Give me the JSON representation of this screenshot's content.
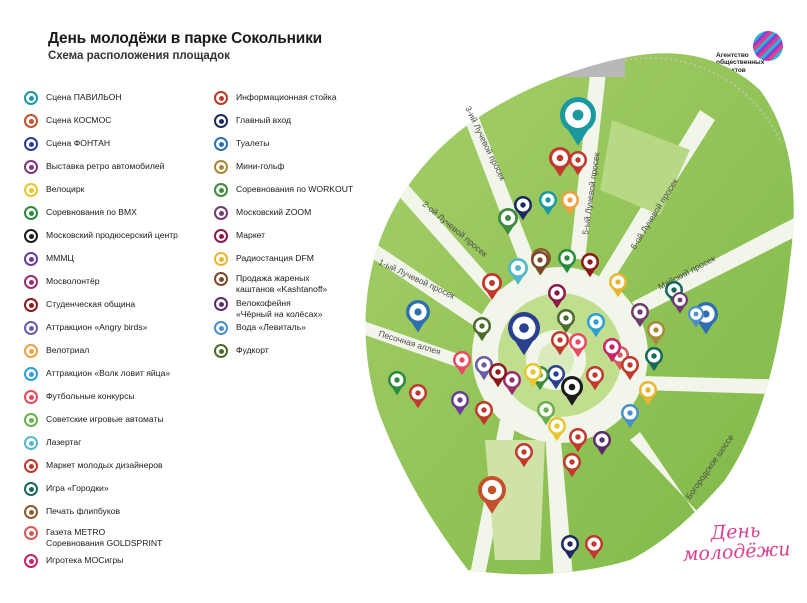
{
  "header": {
    "title": "День молодёжи в парке Сокольники",
    "subtitle": "Схема расположения площадок",
    "agency_line1": "Агентство",
    "agency_line2": "общественных",
    "agency_line3": "проектов"
  },
  "legend_left": [
    {
      "label": "Сцена ПАВИЛЬОН",
      "color": "#1a9aa0",
      "icon": "guitar-icon"
    },
    {
      "label": "Сцена КОСМОС",
      "color": "#c4512a",
      "icon": "star-icon"
    },
    {
      "label": "Сцена ФОНТАН",
      "color": "#2b3f8f",
      "icon": "microphone-icon"
    },
    {
      "label": "Выставка ретро автомобилей",
      "color": "#7a3a7a",
      "icon": "retro-car-icon"
    },
    {
      "label": "Велоцирк",
      "color": "#e8c72d",
      "icon": "bicycle-icon"
    },
    {
      "label": "Соревнования по BMX",
      "color": "#2b8a3e",
      "icon": "bmx-icon"
    },
    {
      "label": "Московский продюсерский центр",
      "color": "#1a1a1a",
      "icon": "stairs-icon"
    },
    {
      "label": "МММЦ",
      "color": "#6a3d9a",
      "icon": "m-letter-icon"
    },
    {
      "label": "Мосволонтёр",
      "color": "#9b2f6d",
      "icon": "hand-icon"
    },
    {
      "label": "Студенческая община",
      "color": "#8b1a1a",
      "icon": "hat-icon"
    },
    {
      "label": "Аттракцион «Angry birds»",
      "color": "#6a5da8",
      "icon": "bird-icon"
    },
    {
      "label": "Велотриал",
      "color": "#f0a040",
      "icon": "bike-trial-icon"
    },
    {
      "label": "Аттракцион «Волк ловит яйца»",
      "color": "#2a9fd6",
      "icon": "egg-icon"
    },
    {
      "label": "Футбольные конкурсы",
      "color": "#e84a5f",
      "icon": "football-icon"
    },
    {
      "label": "Советские игровые автоматы",
      "color": "#6ab04c",
      "icon": "arcade-icon"
    },
    {
      "label": "Лазертаг",
      "color": "#55b8c8",
      "icon": "laser-icon"
    },
    {
      "label": "Маркет молодых дизайнеров",
      "color": "#c0392b",
      "icon": "eye-icon"
    },
    {
      "label": "Игра «Городки»",
      "color": "#16695a",
      "icon": "gorodki-icon"
    },
    {
      "label": "Печать флипбуков",
      "color": "#8b5a2b",
      "icon": "book-icon"
    },
    {
      "label": "Газета METRO",
      "color": "#d45a5a",
      "icon": "newspaper-icon"
    },
    {
      "label": "Соревнования GOLDSPRINT",
      "color": "#d45a5a",
      "icon": "sprint-icon"
    },
    {
      "label": "Игротека МОСигры",
      "color": "#c8236b",
      "icon": "horse-icon"
    }
  ],
  "legend_right": [
    {
      "label": "Информационная стойка",
      "color": "#c0392b",
      "icon": "info-icon"
    },
    {
      "label": "Главный вход",
      "color": "#1c2a5e",
      "icon": "flag-icon"
    },
    {
      "label": "Туалеты",
      "color": "#2e6fb0",
      "icon": "wc-icon"
    },
    {
      "label": "Мини-гольф",
      "color": "#a68a3a",
      "icon": "golf-icon"
    },
    {
      "label": "Соревнования по WORKOUT",
      "color": "#3d8b3d",
      "icon": "workout-icon"
    },
    {
      "label": "Московский ZOOM",
      "color": "#6d3d6d",
      "icon": "zoom-icon"
    },
    {
      "label": "Маркет",
      "color": "#8b1a4a",
      "icon": "shop-icon"
    },
    {
      "label": "Радиостанция DFM",
      "color": "#e8b52d",
      "icon": "music-icon"
    },
    {
      "label": "Продажа жареных",
      "color": "#7a4a2a",
      "icon": "chestnut-icon"
    },
    {
      "label": "каштанов «Kashtanoff»",
      "color": "#7a4a2a",
      "icon": "chestnut-icon"
    },
    {
      "label": "Велокофейня",
      "color": "#5a2d6a",
      "icon": "coffee-icon"
    },
    {
      "label": "«Чёрный на колёсах»",
      "color": "#5a2d6a",
      "icon": "coffee-icon"
    },
    {
      "label": "Вода «Левиталь»",
      "color": "#4a8fc8",
      "icon": "water-icon"
    },
    {
      "label": "Фудкорт",
      "color": "#4a6b2a",
      "icon": "food-icon"
    }
  ],
  "map": {
    "lanes": [
      "3-ий Лучевой просек",
      "2-ой Лучевой просек",
      "1-ый Лучевой просек",
      "Песочная аллея",
      "5-ый Лучевой просек",
      "6-ой Лучевой просек",
      "Майский просек",
      "Богородское шоссе"
    ]
  },
  "branding": {
    "line1": "День",
    "line2": "молодёжи"
  },
  "colors": {
    "park_green": "#8cc152",
    "park_green_light": "#b4d87a",
    "path": "#e9f1dc"
  }
}
